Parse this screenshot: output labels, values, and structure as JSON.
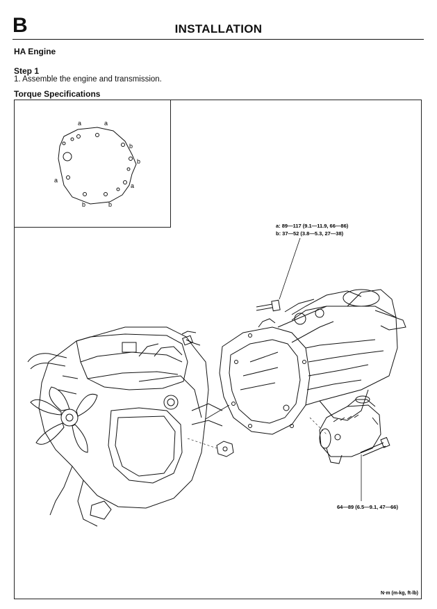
{
  "header": {
    "section_letter": "B",
    "title": "INSTALLATION"
  },
  "content": {
    "engine_heading": "HA Engine",
    "step_heading": "Step 1",
    "step_text": "1. Assemble the engine and transmission.",
    "torque_heading": "Torque Specifications"
  },
  "diagram": {
    "inset_bolt_labels": [
      "a",
      "a",
      "b",
      "b",
      "a",
      "a",
      "b",
      "b"
    ],
    "spec_a": "a: 89—117 (9.1—11.9, 66—86)",
    "spec_b": "b: 37—52 (3.8—5.3, 27—38)",
    "spec_starter": "64—89 (6.5—9.1, 47—66)",
    "units": "N·m (m-kg, ft-lb)"
  }
}
